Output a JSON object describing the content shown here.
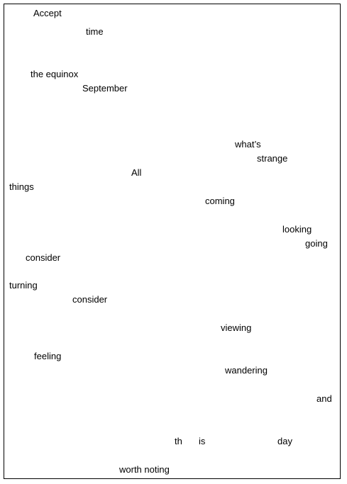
{
  "document": {
    "words": [
      "Accept",
      "time",
      "the equinox",
      "September",
      "what’s",
      "strange",
      "All",
      "things",
      "coming",
      "looking",
      "going",
      "consider",
      "turning",
      "consider",
      "viewing",
      "feeling",
      "wandering",
      "and",
      "th",
      "is",
      "day",
      "worth noting"
    ]
  },
  "colors": {
    "text": "#000000",
    "background": "#ffffff",
    "border": "#000000"
  }
}
